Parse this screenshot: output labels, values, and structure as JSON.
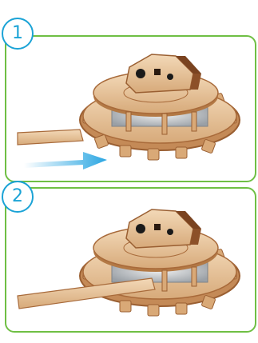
{
  "steps": [
    {
      "number": "1"
    },
    {
      "number": "2"
    }
  ],
  "colors": {
    "frame": "#6fbf44",
    "badge": "#1ba3d6",
    "arrow": "#2aa6e2",
    "wood_light": "#e9c9a3",
    "wood_edge": "#a86a3a"
  },
  "icons": {
    "step1_arrow": "push-arrow-icon",
    "mechanism": "wooden-gear-mechanism"
  }
}
